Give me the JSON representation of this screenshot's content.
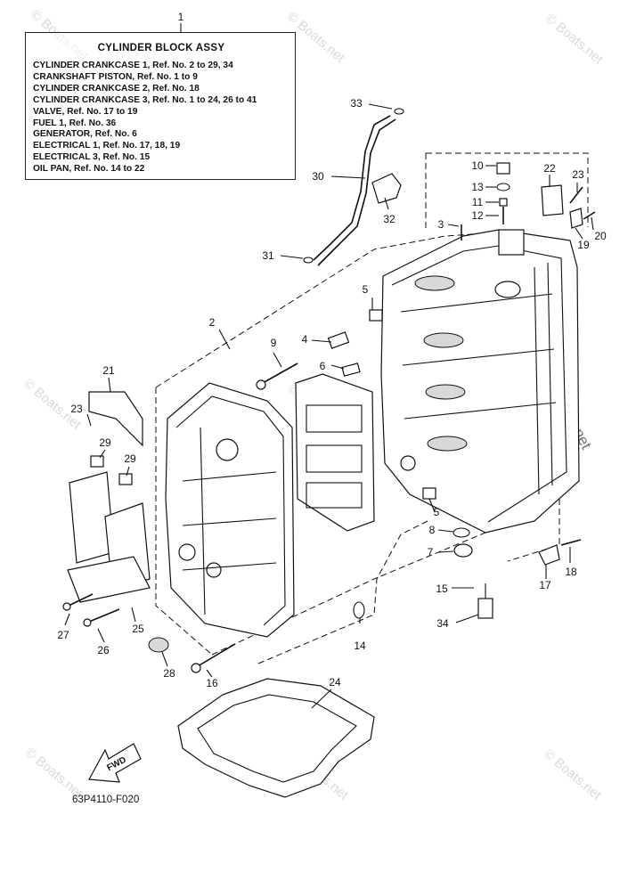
{
  "assembly": {
    "ref": "1",
    "title": "CYLINDER BLOCK ASSY",
    "lines": [
      "CYLINDER CRANKCASE 1,  Ref. No. 2 to 29, 34",
      "CRANKSHAFT PISTON,  Ref. No. 1 to 9",
      "CYLINDER CRANKCASE 2,  Ref. No. 18",
      "CYLINDER CRANKCASE 3,  Ref. No. 1 to 24, 26 to 41",
      "VALVE,  Ref. No. 17 to 19",
      "FUEL 1,  Ref. No. 36",
      "GENERATOR,    Ref. No. 6",
      "ELECTRICAL 1, Ref. No. 17, 18, 19",
      "ELECTRICAL 3, Ref. No. 15",
      "OIL PAN,  Ref. No. 14 to 22"
    ]
  },
  "callouts": {
    "n2": "2",
    "n3": "3",
    "n4": "4",
    "n5a": "5",
    "n5b": "5",
    "n6": "6",
    "n7": "7",
    "n8": "8",
    "n9": "9",
    "n10": "10",
    "n11": "11",
    "n12": "12",
    "n13": "13",
    "n14": "14",
    "n15": "15",
    "n16": "16",
    "n17": "17",
    "n18": "18",
    "n19": "19",
    "n20": "20",
    "n21": "21",
    "n22": "22",
    "n23a": "23",
    "n23b": "23",
    "n24": "24",
    "n25": "25",
    "n26": "26",
    "n27": "27",
    "n28": "28",
    "n29a": "29",
    "n29b": "29",
    "n30": "30",
    "n31": "31",
    "n32": "32",
    "n33": "33",
    "n34": "34"
  },
  "fwd_label": "FWD",
  "diagram_code": "63P4110-F020",
  "watermark_text": "© Boats.net"
}
